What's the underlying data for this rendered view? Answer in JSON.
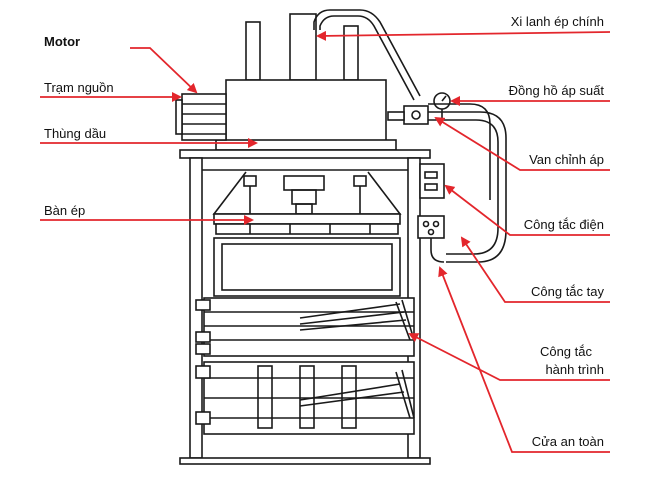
{
  "labels": {
    "motor": "Motor",
    "power_station": "Trạm nguồn",
    "oil_tank": "Thùng dầu",
    "press_plate": "Bàn ép",
    "main_cylinder": "Xi lanh ép chính",
    "pressure_gauge": "Đồng hồ áp suất",
    "pressure_valve": "Van chỉnh áp",
    "electric_switch": "Công tắc điện",
    "hand_switch": "Công tắc tay",
    "limit_switch_line1": "Công tắc",
    "limit_switch_line2": "hành trình",
    "safety_door": "Cửa an toàn"
  },
  "colors": {
    "arrow": "#e3262c",
    "line": "#1a1a1a",
    "text": "#111111"
  }
}
